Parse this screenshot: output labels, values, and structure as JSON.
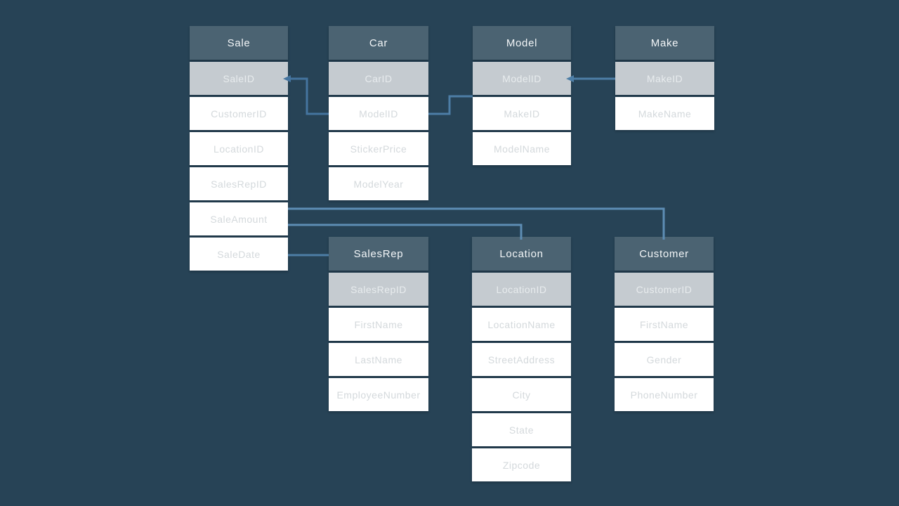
{
  "canvas": {
    "background_color": "#274356",
    "header_color": "#4b6372",
    "key_row_color": "#c5cbd0",
    "row_color": "#ffffff",
    "connector_color": "#4d7ea6",
    "connector_color_light": "#5d8db4"
  },
  "diagram": {
    "tables": [
      {
        "title": "Sale",
        "key": "SaleID",
        "fields": [
          "CustomerID",
          "LocationID",
          "SalesRepID",
          "SaleAmount",
          "SaleDate"
        ]
      },
      {
        "title": "Car",
        "key": "CarID",
        "fields": [
          "ModelID",
          "StickerPrice",
          "ModelYear"
        ]
      },
      {
        "title": "Model",
        "key": "ModelID",
        "fields": [
          "MakeID",
          "ModelName"
        ]
      },
      {
        "title": "Make",
        "key": "MakeID",
        "fields": [
          "MakeName"
        ]
      },
      {
        "title": "SalesRep",
        "key": "SalesRepID",
        "fields": [
          "FirstName",
          "LastName",
          "EmployeeNumber"
        ]
      },
      {
        "title": "Location",
        "key": "LocationID",
        "fields": [
          "LocationName",
          "StreetAddress",
          "City",
          "State",
          "Zipcode"
        ]
      },
      {
        "title": "Customer",
        "key": "CustomerID",
        "fields": [
          "FirstName",
          "Gender",
          "PhoneNumber"
        ]
      }
    ],
    "connections": [
      {
        "from": "Sale.SaleID",
        "to": "Car.ModelID",
        "shape": "elbow",
        "arrow_at": "Sale.SaleID"
      },
      {
        "from": "Car.ModelID",
        "to": "Model.ModelID",
        "shape": "elbow",
        "arrow_at": "none"
      },
      {
        "from": "Model.ModelID",
        "to": "Make.MakeID",
        "shape": "straight",
        "arrow_at": "Model.ModelID"
      },
      {
        "from": "Sale",
        "to": "Customer",
        "shape": "elbow",
        "arrow_at": "none"
      },
      {
        "from": "Sale",
        "to": "Location",
        "shape": "elbow",
        "arrow_at": "none"
      },
      {
        "from": "Sale.SaleDate",
        "to": "SalesRep",
        "shape": "straight",
        "arrow_at": "none"
      }
    ]
  }
}
